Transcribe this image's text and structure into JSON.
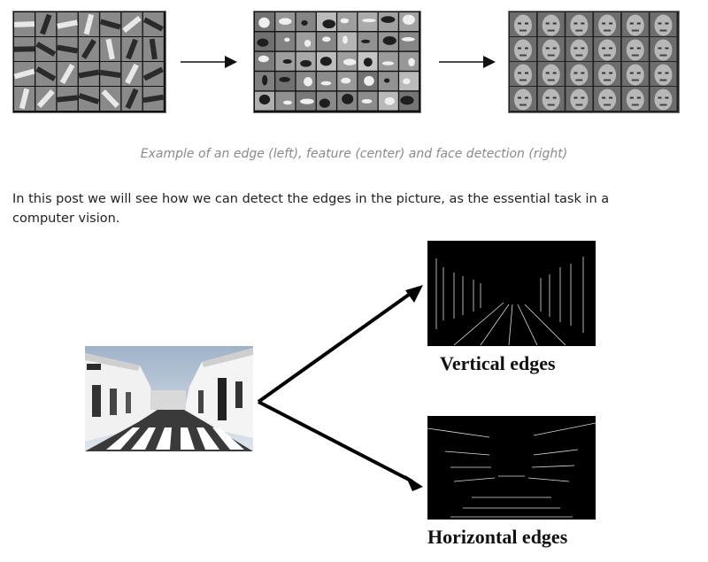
{
  "figure1": {
    "caption": "Example of an edge (left), feature (center) and face detection (right)"
  },
  "article": {
    "paragraph": "In this post we will see how we can detect the edges in the picture, as the essential task in a computer vision."
  },
  "figure2": {
    "vertical_label": "Vertical edges",
    "horizontal_label": "Horizontal edges"
  }
}
